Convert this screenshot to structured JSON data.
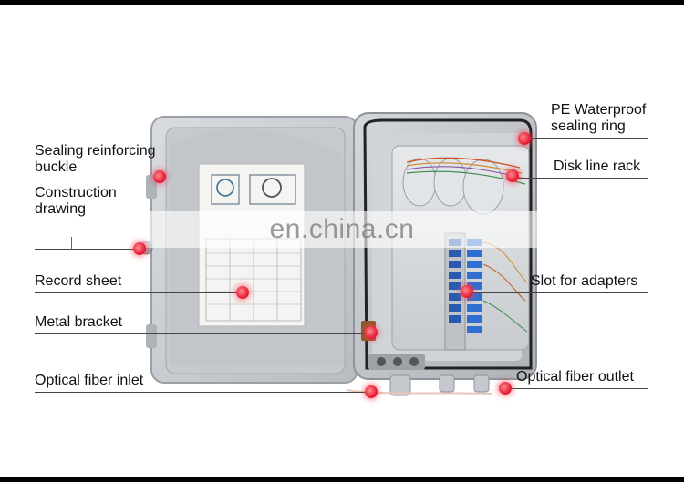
{
  "watermark": "en.china.cn",
  "callouts": {
    "sealing_buckle": "Sealing reinforcing\nbuckle",
    "sealing_buckle_line1": "Sealing reinforcing",
    "sealing_buckle_line2": "buckle",
    "construction_line1": "Construction",
    "construction_line2": "drawing",
    "record_sheet": "Record sheet",
    "metal_bracket": "Metal bracket",
    "fiber_inlet": "Optical fiber inlet",
    "pe_line1": "PE Waterproof",
    "pe_line2": "sealing ring",
    "disk_rack": "Disk line rack",
    "adapters": "Slot for adapters",
    "fiber_outlet": "Optical fiber outlet"
  },
  "colors": {
    "marker_red": "#e8203a",
    "box_grey": "#c9cdd1",
    "adapter_blue": "#2f6fd1"
  },
  "icons": [
    "callout-dot",
    "fiber-tray",
    "sc-adapter"
  ]
}
